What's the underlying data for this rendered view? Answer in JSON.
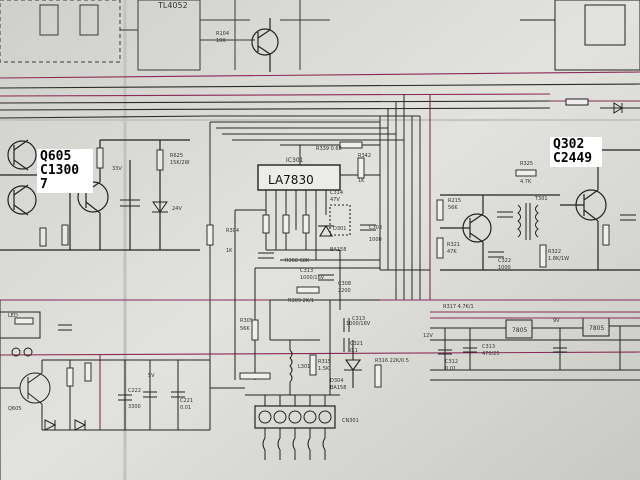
{
  "highlight_labels": [
    {
      "id": "q605",
      "lines": [
        "Q605",
        "C1300",
        "7"
      ]
    },
    {
      "id": "q302",
      "lines": [
        "Q302",
        "C2449"
      ]
    }
  ],
  "ic": {
    "designator": "IC301",
    "part": "LA7830"
  },
  "top_labels": {
    "chip": "TL4052",
    "r104": "R104",
    "res": "10K"
  },
  "resistor_labels": {
    "r339": "R339 0.68",
    "r342": "R342",
    "r342_val": "1K",
    "r625": "R625",
    "r625_val": "15K/2W",
    "r317": "R317 4.7K/1",
    "r316": "R316 22K/0.5",
    "r315": "R315",
    "r315_val": "1.5K",
    "r308": "R308 68K",
    "r309": "R309 2K/1",
    "r304": "R304",
    "r304_val": "1K",
    "r325": "R325",
    "r325_val": "4.7K",
    "r305": "R305",
    "r305_val": "56K",
    "r215": "R215",
    "r215_val": "56K",
    "r321": "R321",
    "r321_val": "47K",
    "r322": "R322",
    "r322_val": "1.8K/1W"
  },
  "cap_labels": {
    "c313": "C313",
    "c313_val": "1000/16V",
    "c303": "C303",
    "c303_val": "1000",
    "c314": "C314",
    "c314_val": "47V",
    "c313b": "C313",
    "c313b_val": "470/25",
    "c312": "C312",
    "c312_val": "0.01",
    "c322": "C322",
    "c322_val": "1000",
    "c308": "C308",
    "c308_val": "2200",
    "c221": "C221",
    "c221_val": "0.01",
    "c222": "C222",
    "c222_val": "3300",
    "c321": "C321",
    "c321_val": "0.1"
  },
  "misc_labels": {
    "d301": "D301",
    "d301_part": "BA158",
    "d304": "D304",
    "d304_part": "BA158",
    "t301": "T301",
    "lead": "LED",
    "coil": "L301",
    "q605_part": "Q605",
    "connector": "CN301",
    "vreg1": "7805",
    "vreg2": "7805",
    "v9": "9V",
    "v5": "5V",
    "v12": "12V",
    "v33": "33V",
    "v24": "24V"
  }
}
